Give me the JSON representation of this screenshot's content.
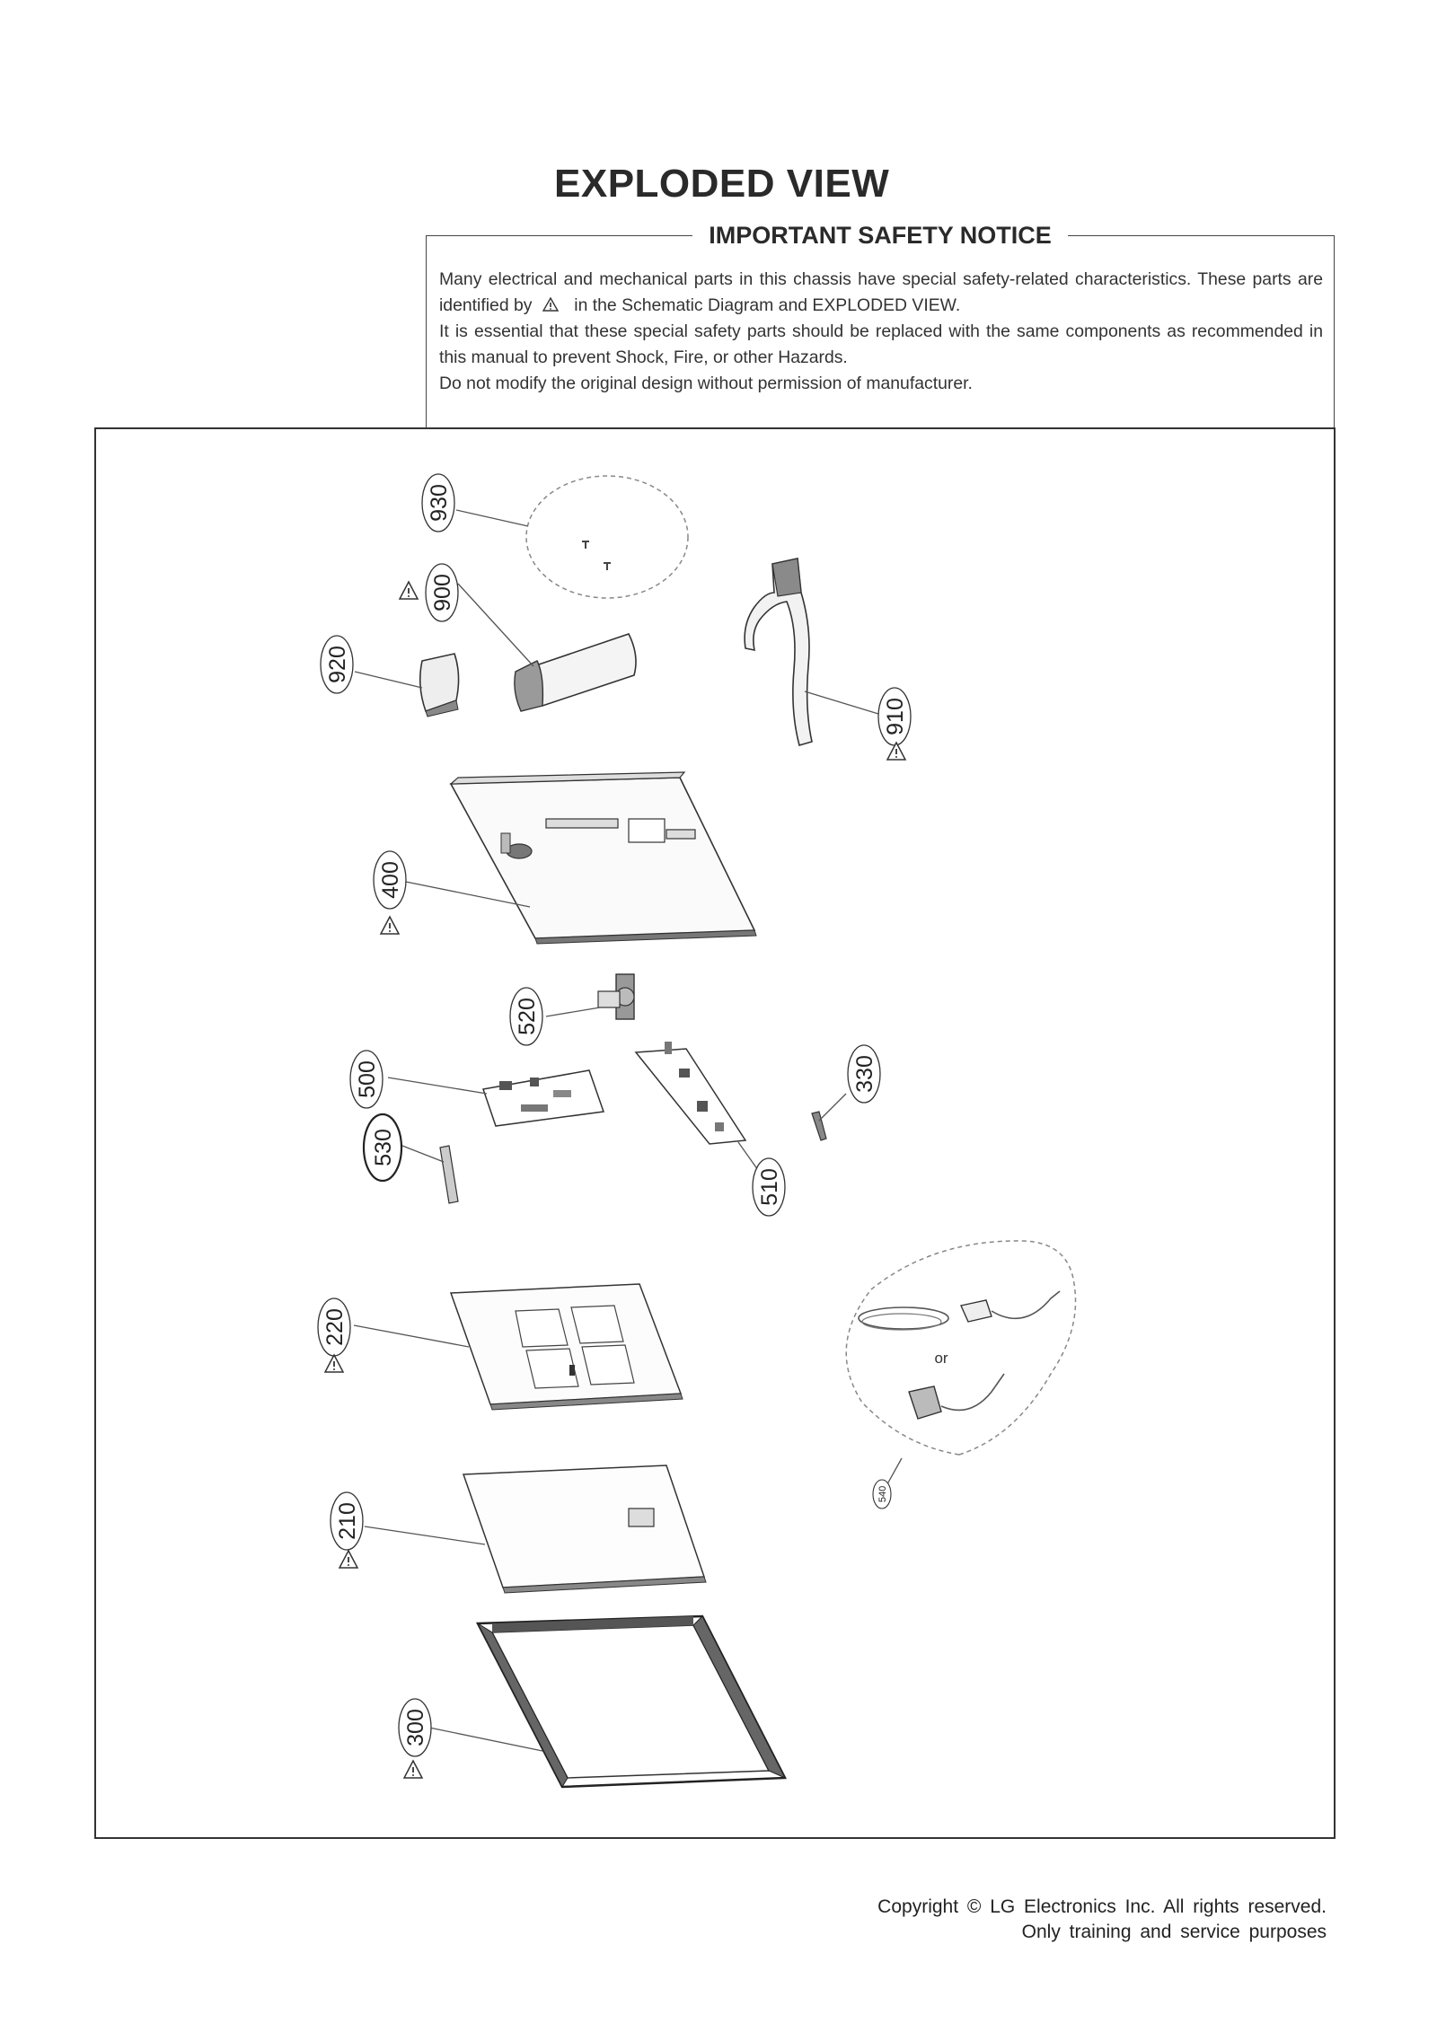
{
  "page": {
    "title": "EXPLODED VIEW"
  },
  "notice": {
    "title": "IMPORTANT SAFETY NOTICE",
    "line1_pre": "Many electrical and mechanical parts in this chassis have special safety-related characteristics. These parts are identified by",
    "line1_post": "in the Schematic Diagram and EXPLODED VIEW.",
    "line2": "It is essential that these special safety parts should be replaced with the same components as recommended in this manual to prevent Shock, Fire, or other Hazards.",
    "line3": "Do not modify the original design without permission of manufacturer."
  },
  "parts": {
    "p930": "930",
    "p900": "900",
    "p920": "920",
    "p910": "910",
    "p400": "400",
    "p520": "520",
    "p500": "500",
    "p330": "330",
    "p530": "530",
    "p510": "510",
    "p220": "220",
    "p540": "540",
    "p210": "210",
    "p300": "300"
  },
  "adapter_alt_text": "or",
  "copyright": {
    "line1": "Copyright ©  LG Electronics Inc. All rights reserved.",
    "line2": "Only training and service purposes"
  }
}
